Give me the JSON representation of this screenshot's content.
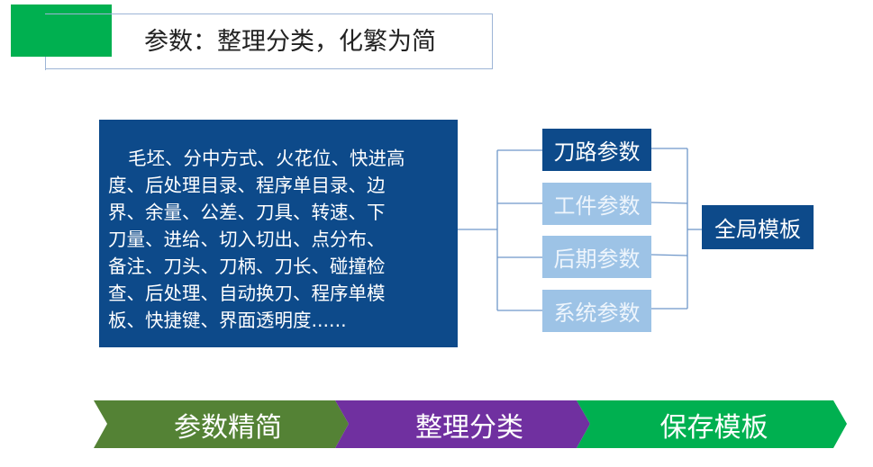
{
  "title": "参数：整理分类，化繁为简",
  "description_lines": [
    "毛坯、分中方式、火花位、快进高",
    "度、后处理目录、程序单目录、边",
    "界、余量、公差、刀具、转速、下",
    "刀量、进给、切入切出、点分布、",
    "备注、刀头、刀柄、刀长、碰撞检",
    "查、后处理、自动换刀、程序单模",
    "板、快捷键、界面透明度......"
  ],
  "param_groups": [
    "刀路参数",
    "工件参数",
    "后期参数",
    "系统参数"
  ],
  "global_template": "全局模板",
  "steps": [
    {
      "label": "参数精简",
      "color": "#548235"
    },
    {
      "label": "整理分类",
      "color": "#7030a0"
    },
    {
      "label": "保存模板",
      "color": "#00b050"
    }
  ]
}
